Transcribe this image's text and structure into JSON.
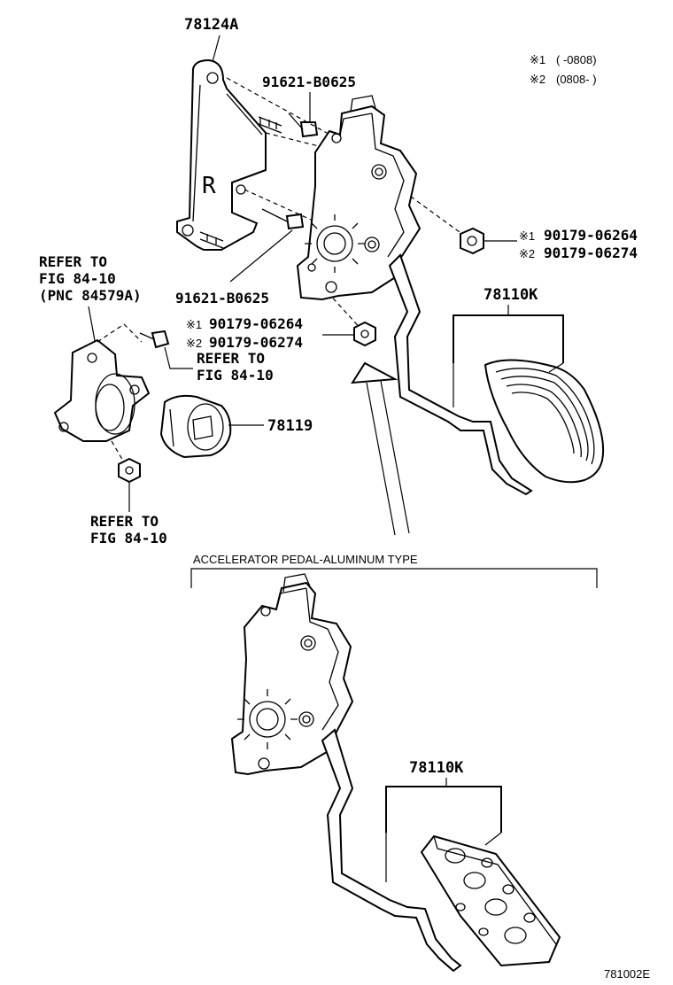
{
  "labels": {
    "part_78124a": "78124A",
    "bolt_top": "91621-B0625",
    "bolt_bottom": "91621-B0625",
    "nut_right_1": "90179-06264",
    "nut_right_2": "90179-06274",
    "nut_mid_1": "90179-06264",
    "nut_mid_2": "90179-06274",
    "part_78110k_top": "78110K",
    "part_78110k_bottom": "78110K",
    "part_78119": "78119",
    "refer_a_1": "REFER TO",
    "refer_a_2": "FIG 84-10",
    "refer_a_3": "(PNC 84579A)",
    "refer_b_1": "REFER TO",
    "refer_b_2": "FIG 84-10",
    "refer_c_1": "REFER TO",
    "refer_c_2": "FIG 84-10",
    "caption": "ACCELERATOR PEDAL-ALUMINUM TYPE",
    "figure_id": "781002E"
  },
  "notes": {
    "mark1": "※1",
    "mark2": "※2",
    "legend1_range": "(      -0808)",
    "legend2_range": "(0808-      )"
  },
  "bracket_letter": "R"
}
